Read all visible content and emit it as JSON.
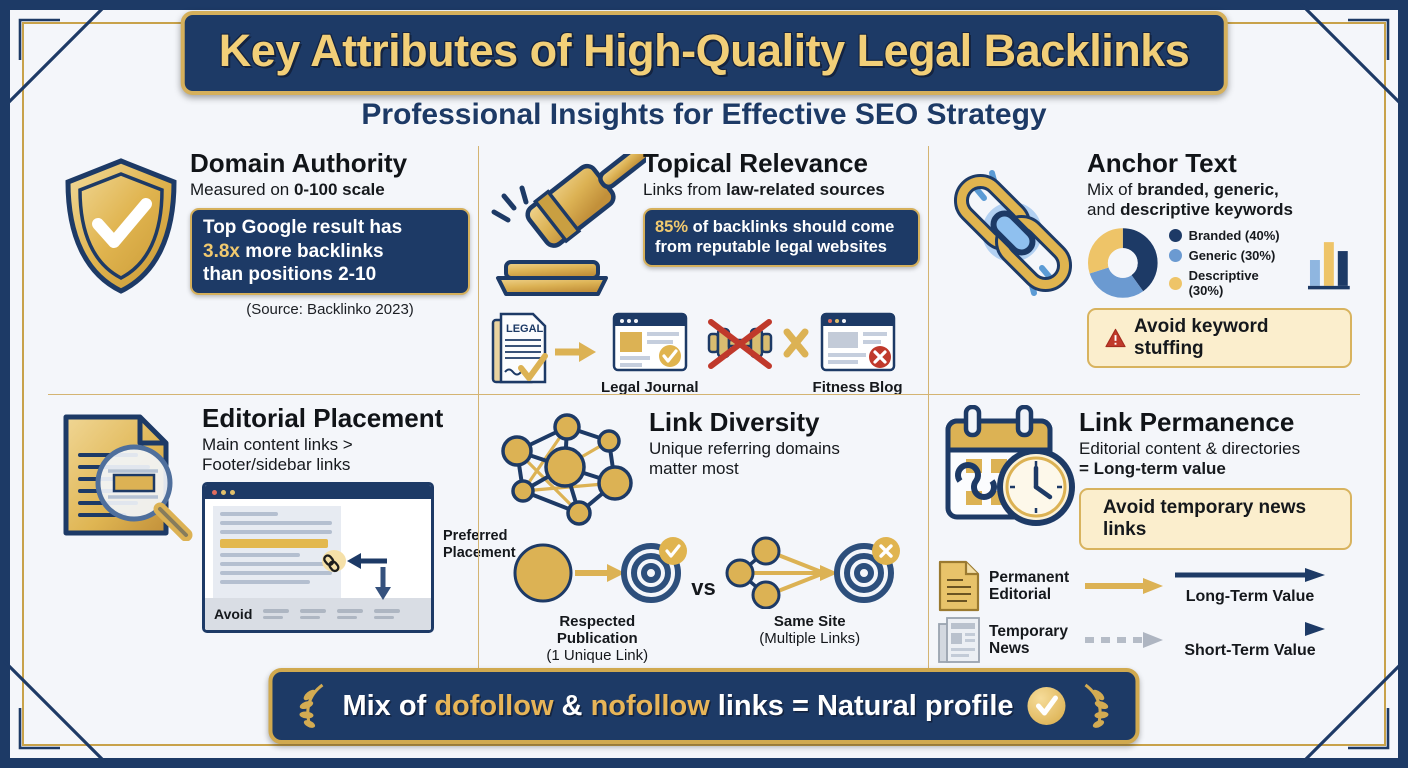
{
  "header": {
    "title": "Key Attributes of High-Quality Legal Backlinks",
    "subtitle": "Professional Insights for Effective SEO Strategy"
  },
  "cards": {
    "domain_authority": {
      "icon": "shield-check-icon",
      "title": "Domain Authority",
      "sub_prefix": "Measured on ",
      "sub_strong": "0-100 scale",
      "stat_line1": "Top Google result has",
      "stat_highlight": "3.8x",
      "stat_line2_rest": " more backlinks",
      "stat_line3": "than positions 2-10",
      "source": "(Source: Backlinko 2023)"
    },
    "topical_relevance": {
      "icon": "gavel-icon",
      "title": "Topical Relevance",
      "sub_prefix": "Links from ",
      "sub_strong": "law-related sources",
      "stat_highlight": "85%",
      "stat_rest": " of backlinks should come",
      "stat_line2": "from reputable legal websites",
      "good_label": "Legal Journal",
      "good_doc_tag": "LEGAL",
      "bad_label": "Fitness Blog"
    },
    "anchor_text": {
      "icon": "chain-link-icon",
      "title": "Anchor Text",
      "sub_prefix": "Mix of ",
      "sub_strong1": "branded, generic,",
      "sub_mid": "and ",
      "sub_strong2": "descriptive keywords",
      "warning": "Avoid keyword stuffing"
    },
    "editorial_placement": {
      "icon": "document-magnifier-icon",
      "title": "Editorial Placement",
      "sub_line1": "Main content links >",
      "sub_line2": "Footer/sidebar links",
      "callout_line1": "Preferred",
      "callout_line2": "Placement",
      "avoid_label": "Avoid"
    },
    "link_diversity": {
      "icon": "network-graph-icon",
      "title": "Link Diversity",
      "sub_line1": "Unique referring domains",
      "sub_line2": "matter most",
      "left_cap1": "Respected",
      "left_cap2": "Publication",
      "left_cap3": "(1 Unique Link)",
      "vs": "vs",
      "right_cap1": "Same Site",
      "right_cap2": "(Multiple Links)"
    },
    "link_permanence": {
      "icon": "calendar-clock-icon",
      "title": "Link Permanence",
      "sub_line1": "Editorial content & directories",
      "sub_line2_strong": "= Long-term value",
      "pill": "Avoid temporary news links",
      "row1_label1": "Permanent",
      "row1_label2": "Editorial",
      "row1_value": "Long-Term Value",
      "row2_label1": "Temporary",
      "row2_label2": "News",
      "row2_value": "Short-Term Value"
    }
  },
  "footer": {
    "text_part1": "Mix of ",
    "text_gold1": "dofollow",
    "text_part2": " & ",
    "text_gold2": "nofollow",
    "text_part3": " links = Natural profile",
    "badge": "check-badge-icon"
  },
  "chart_data": {
    "type": "pie",
    "title": "Anchor text distribution",
    "categories": [
      "Branded",
      "Generic",
      "Descriptive"
    ],
    "values": [
      40,
      30,
      30
    ],
    "labels": [
      "Branded (40%)",
      "Generic (30%)",
      "Descriptive (30%)"
    ],
    "colors": [
      "#1d3a66",
      "#6b9ad1",
      "#eec468"
    ],
    "legend_position": "right",
    "donut": true,
    "companion_bars": {
      "type": "bar",
      "categories": [
        "Generic",
        "Descriptive",
        "Branded"
      ],
      "values": [
        30,
        45,
        38
      ],
      "colors": [
        "#8fb6e0",
        "#eec468",
        "#1d3a66"
      ]
    }
  },
  "colors": {
    "navy": "#1d3a66",
    "gold": "#e0b44f",
    "light_gold": "#f0c96f",
    "cream": "#fbeecd",
    "bg": "#f4f6fa",
    "blue_accent": "#6b9ad1",
    "red": "#c0392b"
  }
}
